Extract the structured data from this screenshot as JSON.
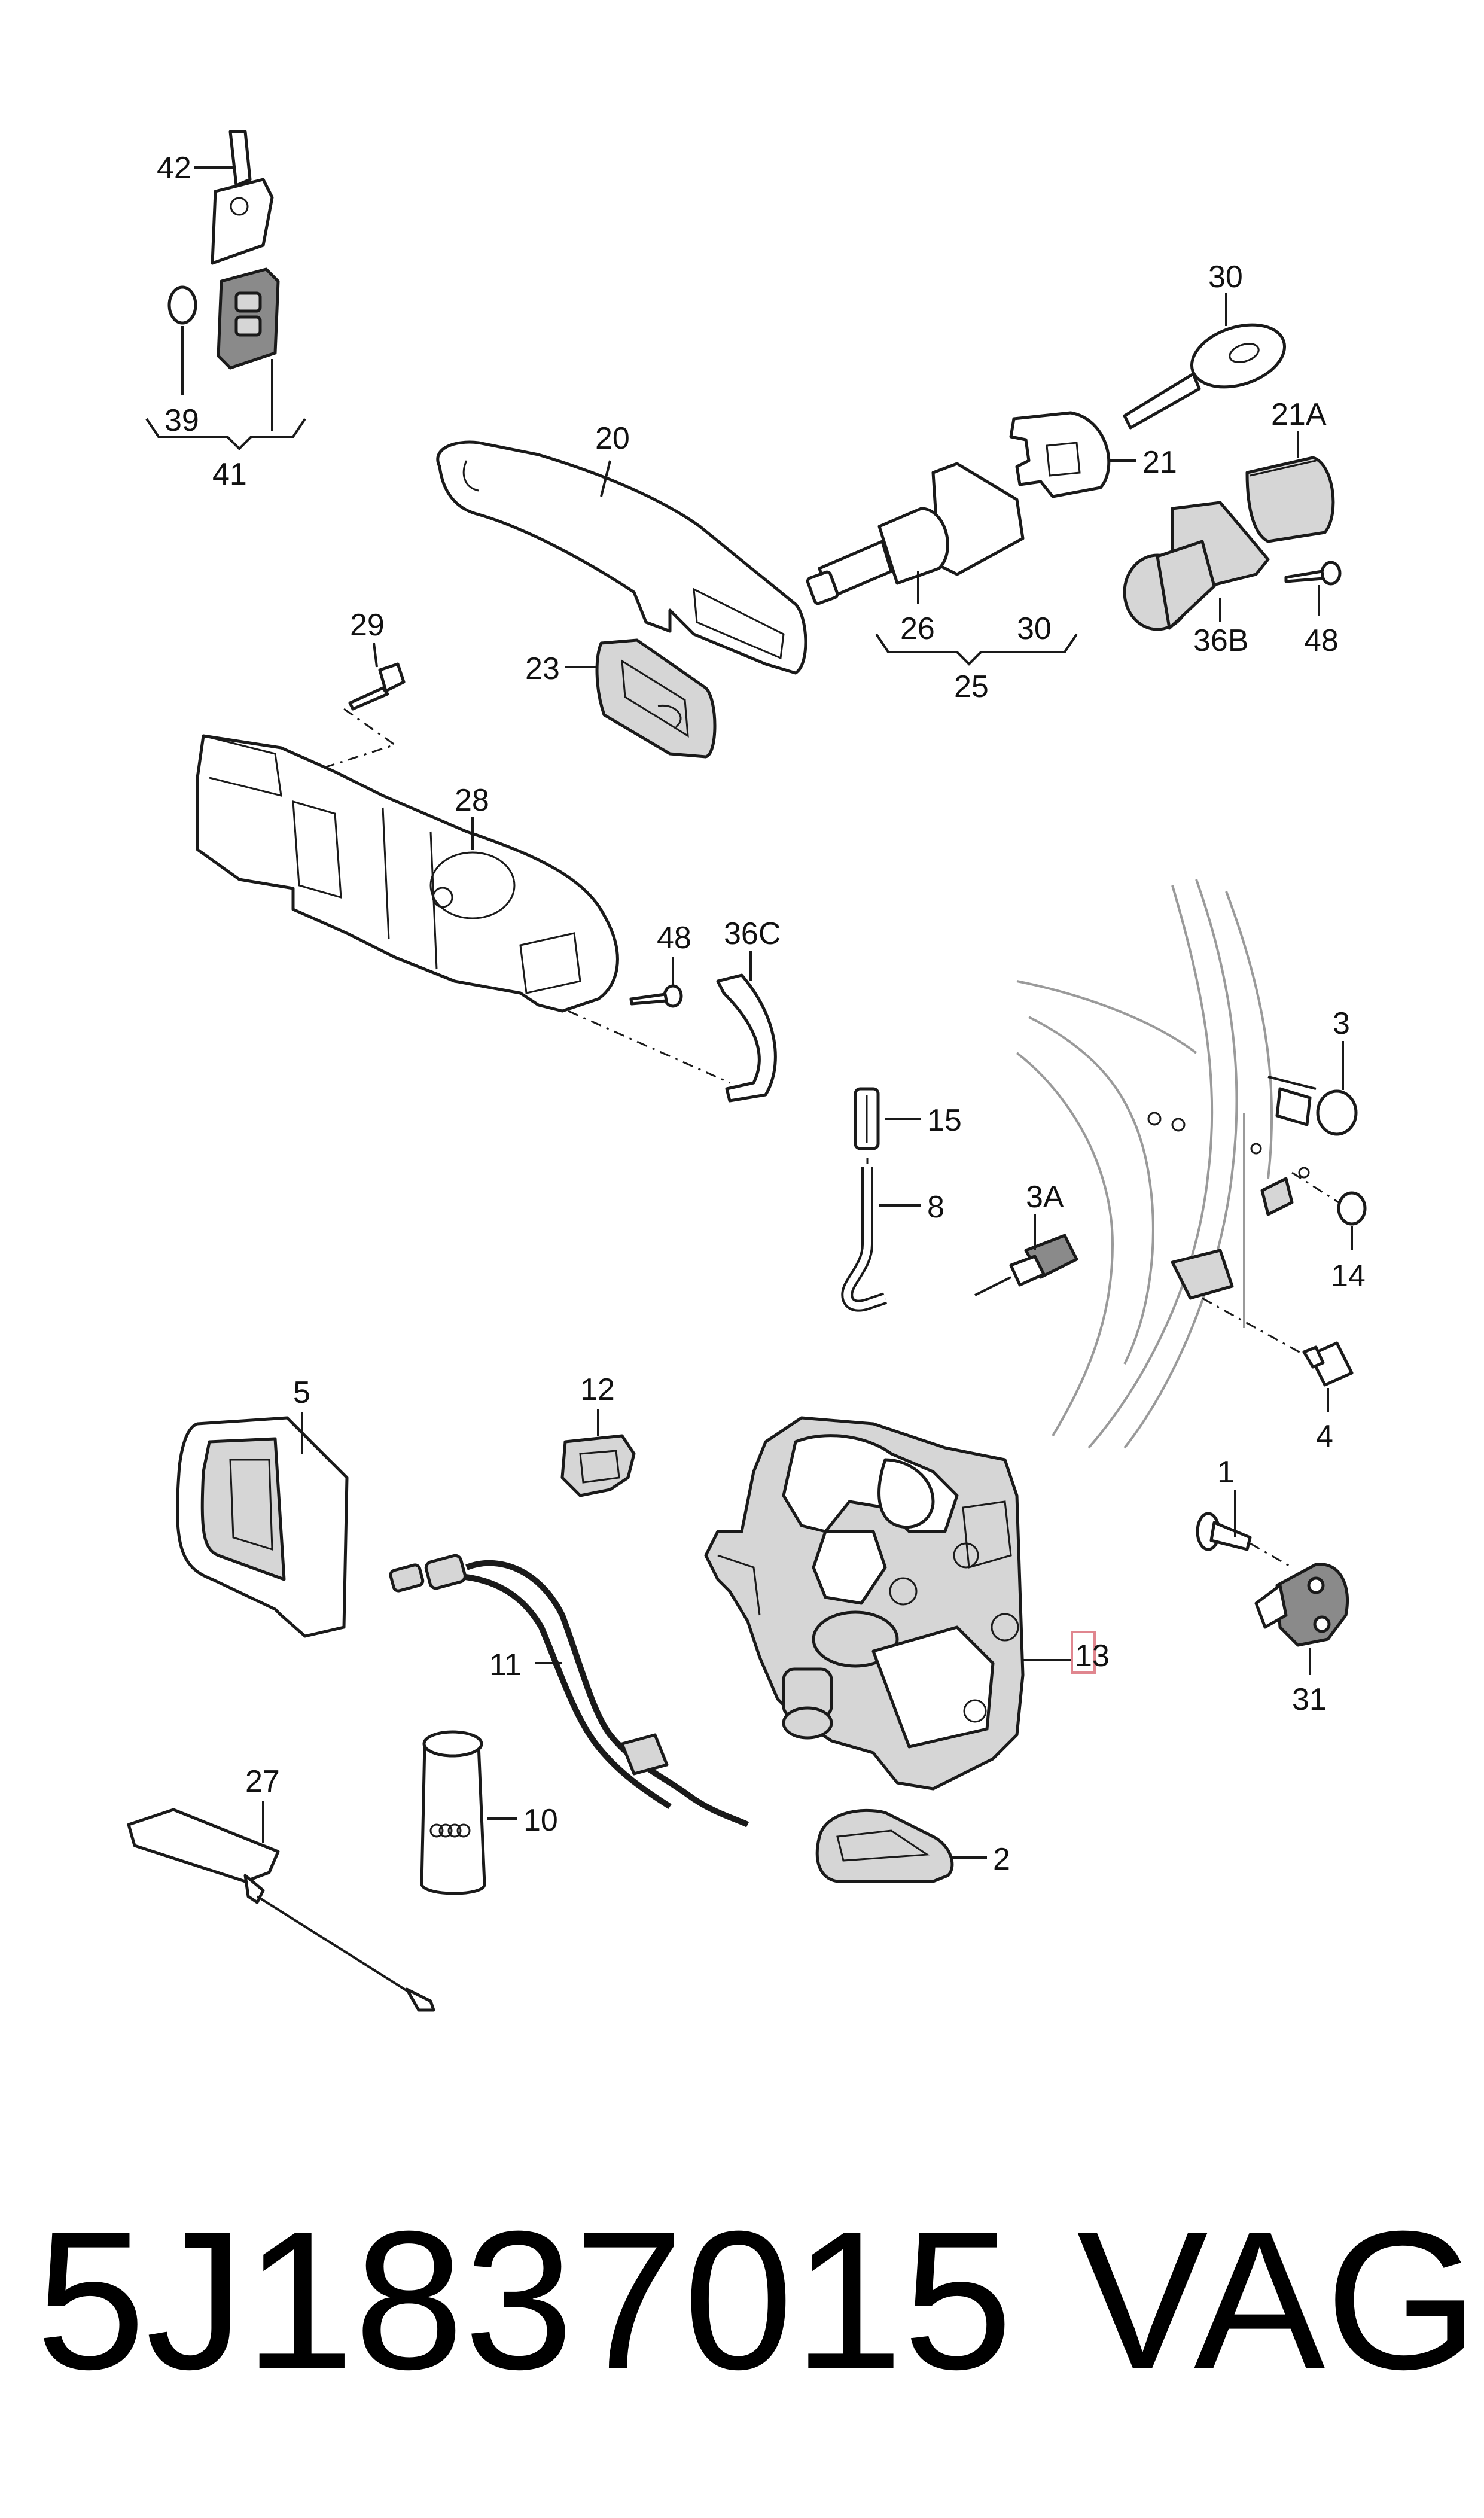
{
  "diagram": {
    "callouts": [
      {
        "id": "42",
        "text": "42"
      },
      {
        "id": "39",
        "text": "39"
      },
      {
        "id": "41",
        "text": "41"
      },
      {
        "id": "20",
        "text": "20"
      },
      {
        "id": "30a",
        "text": "30"
      },
      {
        "id": "21",
        "text": "21"
      },
      {
        "id": "21A",
        "text": "21A"
      },
      {
        "id": "26",
        "text": "26"
      },
      {
        "id": "30b",
        "text": "30"
      },
      {
        "id": "25",
        "text": "25"
      },
      {
        "id": "36B",
        "text": "36B"
      },
      {
        "id": "48a",
        "text": "48"
      },
      {
        "id": "29",
        "text": "29"
      },
      {
        "id": "23",
        "text": "23"
      },
      {
        "id": "28",
        "text": "28"
      },
      {
        "id": "48b",
        "text": "48"
      },
      {
        "id": "36C",
        "text": "36C"
      },
      {
        "id": "3",
        "text": "3"
      },
      {
        "id": "14",
        "text": "14"
      },
      {
        "id": "15",
        "text": "15"
      },
      {
        "id": "8",
        "text": "8"
      },
      {
        "id": "3A",
        "text": "3A"
      },
      {
        "id": "4",
        "text": "4"
      },
      {
        "id": "5",
        "text": "5"
      },
      {
        "id": "12",
        "text": "12"
      },
      {
        "id": "11",
        "text": "11"
      },
      {
        "id": "1",
        "text": "1"
      },
      {
        "id": "10",
        "text": "10"
      },
      {
        "id": "13",
        "text": "13"
      },
      {
        "id": "31",
        "text": "31"
      },
      {
        "id": "27",
        "text": "27"
      },
      {
        "id": "2",
        "text": "2"
      }
    ],
    "highlighted_callout": "1",
    "highlight_color": "#e0868f"
  },
  "footer": {
    "part_number": "5J1837015",
    "brand": "VAG"
  }
}
